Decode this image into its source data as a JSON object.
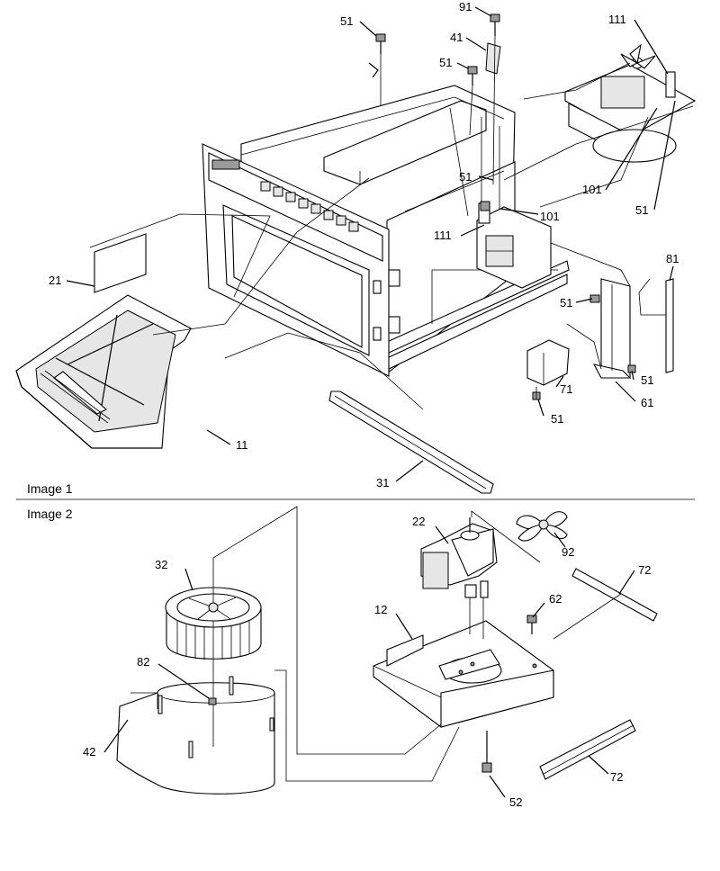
{
  "sections": [
    {
      "title": "Image 1"
    },
    {
      "title": "Image 2"
    }
  ],
  "callouts": [
    {
      "num": "51"
    },
    {
      "num": "91"
    },
    {
      "num": "41"
    },
    {
      "num": "51"
    },
    {
      "num": "111"
    },
    {
      "num": "51"
    },
    {
      "num": "101"
    },
    {
      "num": "51"
    },
    {
      "num": "101"
    },
    {
      "num": "111"
    },
    {
      "num": "81"
    },
    {
      "num": "21"
    },
    {
      "num": "51"
    },
    {
      "num": "51"
    },
    {
      "num": "71"
    },
    {
      "num": "61"
    },
    {
      "num": "51"
    },
    {
      "num": "11"
    },
    {
      "num": "31"
    },
    {
      "num": "22"
    },
    {
      "num": "92"
    },
    {
      "num": "32"
    },
    {
      "num": "72"
    },
    {
      "num": "62"
    },
    {
      "num": "12"
    },
    {
      "num": "82"
    },
    {
      "num": "42"
    },
    {
      "num": "72"
    },
    {
      "num": "52"
    }
  ]
}
